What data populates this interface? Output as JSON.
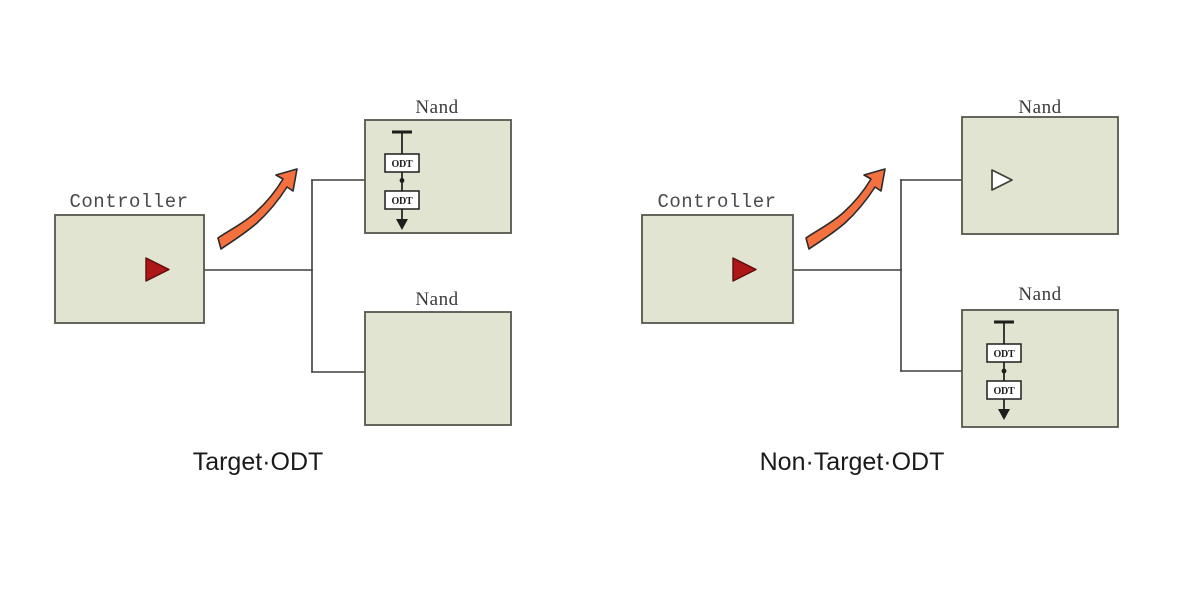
{
  "figure": {
    "background_color": "#ffffff",
    "box_fill": "#E0E4D0",
    "box_stroke": "#55554E",
    "wire_color": "#3f3f3a",
    "arrow_fill": "#F4713F",
    "arrow_stroke": "#2b2b2b",
    "driver_fill": "#AE1717",
    "driver_stroke": "#5d0d0d",
    "receiver_fill": "#ffffff",
    "receiver_stroke": "#3f3f3a",
    "odt_box_fill": "#ffffff"
  },
  "panels": [
    {
      "id": "target-odt",
      "caption": "Target·ODT",
      "controller": {
        "label": "Controller",
        "driver_icon": "driver-triangle-icon"
      },
      "highlight_arrow_icon": "curved-arrow-icon",
      "nands": [
        {
          "id": "nand-top-left",
          "label": "Nand",
          "has_odt": true,
          "has_receiver": false,
          "odt_blocks": [
            "ODT",
            "ODT"
          ],
          "supply_icon": "supply-rail-icon",
          "ground_icon": "ground-arrow-icon",
          "junction_icon": "junction-dot-icon"
        },
        {
          "id": "nand-bottom-left",
          "label": "Nand",
          "has_odt": false,
          "has_receiver": false,
          "odt_blocks": []
        }
      ]
    },
    {
      "id": "non-target-odt",
      "caption": "Non·Target·ODT",
      "controller": {
        "label": "Controller",
        "driver_icon": "driver-triangle-icon"
      },
      "highlight_arrow_icon": "curved-arrow-icon",
      "nands": [
        {
          "id": "nand-top-right",
          "label": "Nand",
          "has_odt": false,
          "has_receiver": true,
          "receiver_icon": "receiver-triangle-icon",
          "odt_blocks": []
        },
        {
          "id": "nand-bottom-right",
          "label": "Nand",
          "has_odt": true,
          "has_receiver": false,
          "odt_blocks": [
            "ODT",
            "ODT"
          ],
          "supply_icon": "supply-rail-icon",
          "ground_icon": "ground-arrow-icon",
          "junction_icon": "junction-dot-icon"
        }
      ]
    }
  ]
}
